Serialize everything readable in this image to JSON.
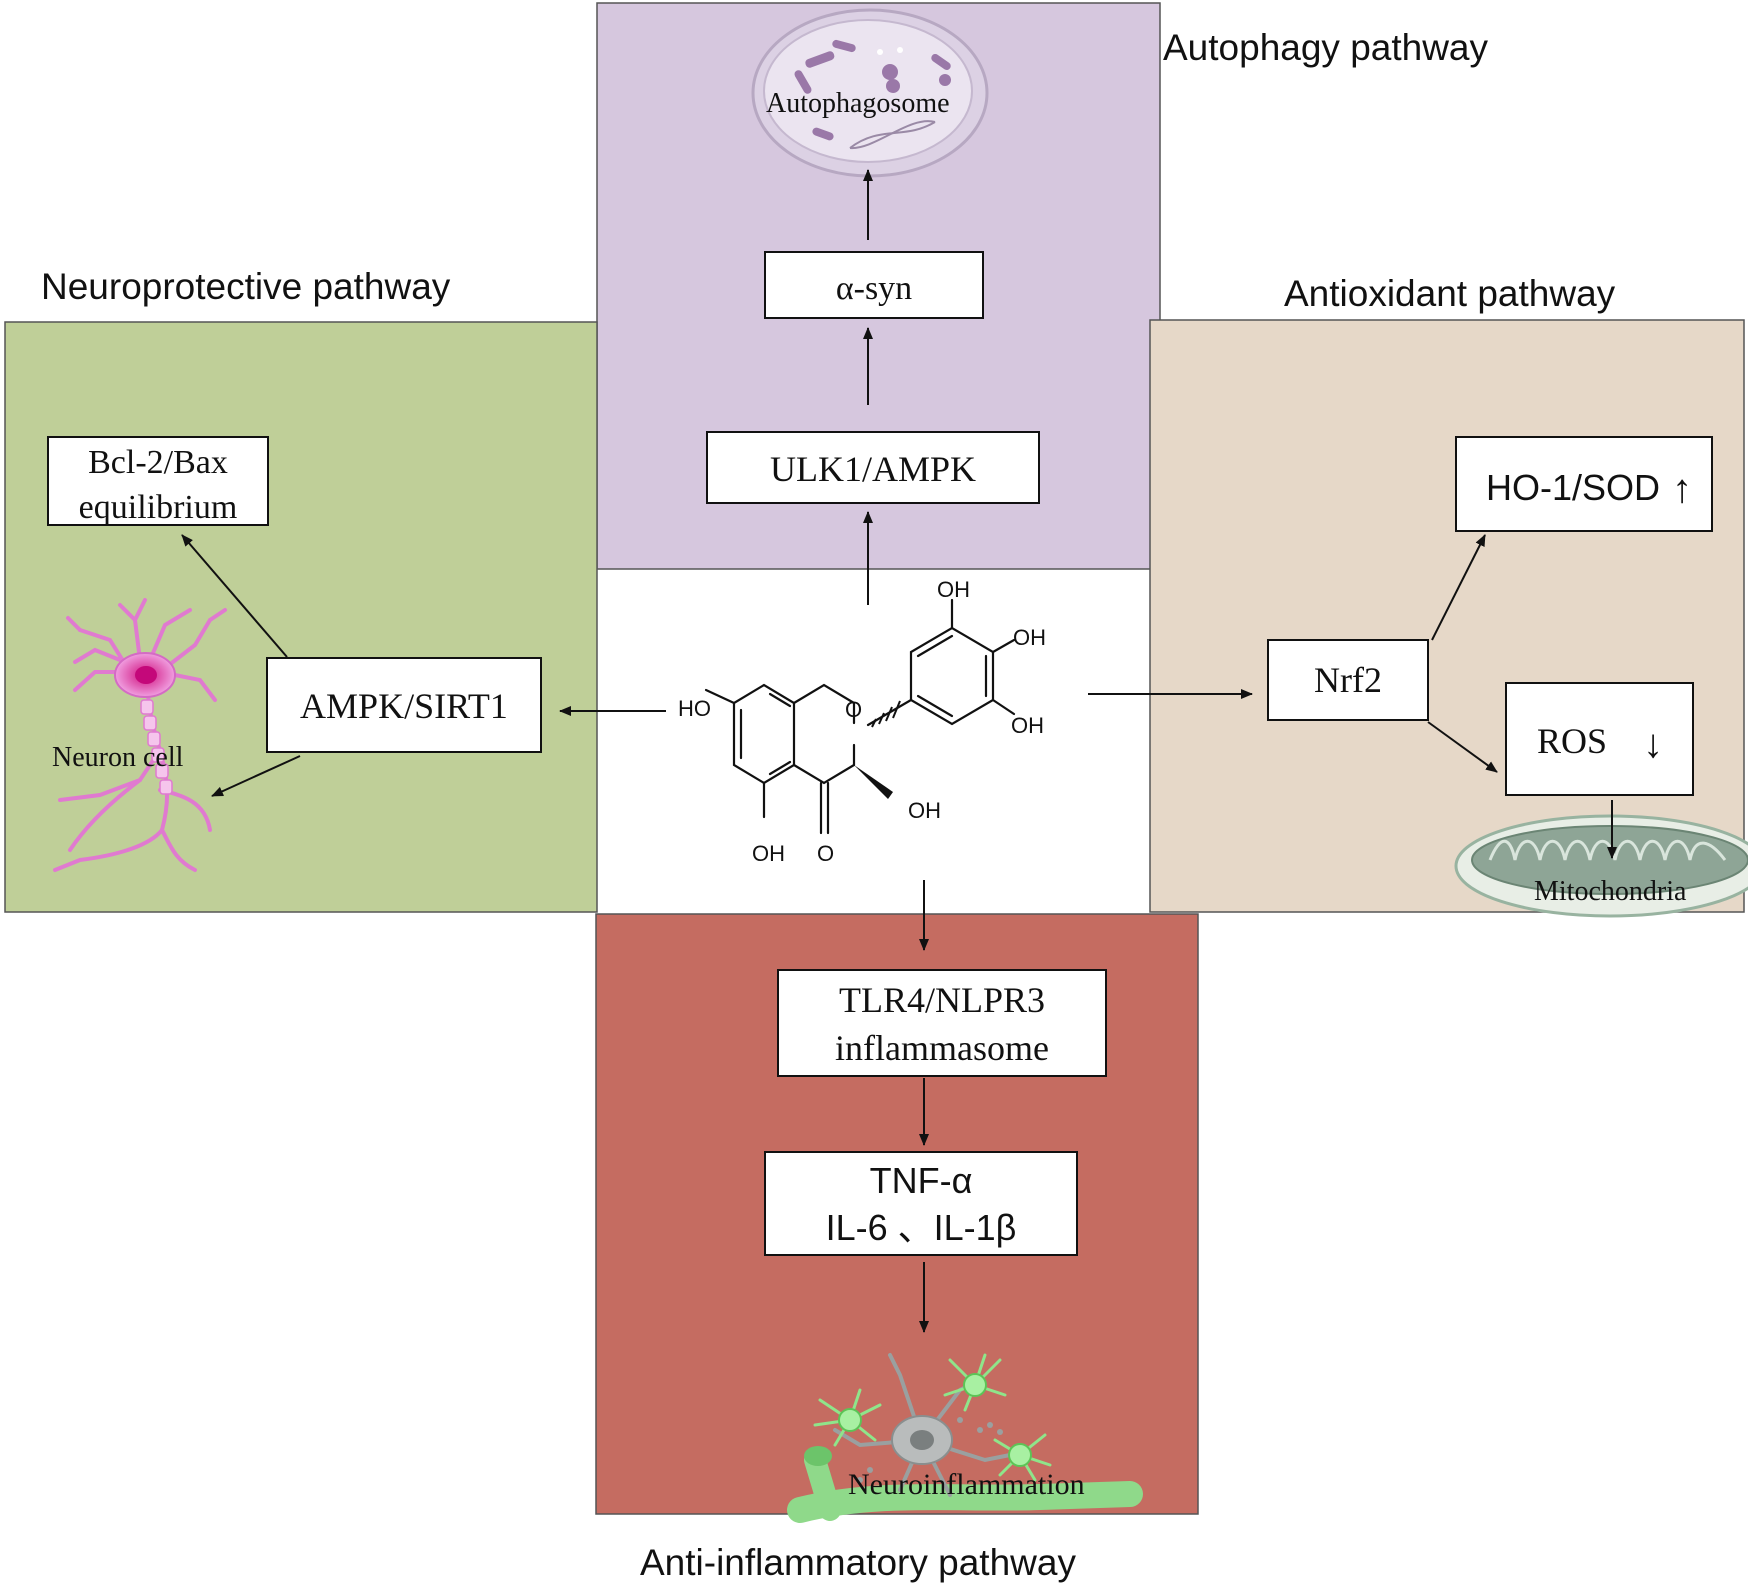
{
  "colors": {
    "autophagy_panel": "#d6c7de",
    "neuroprotective_panel": "#bfcf98",
    "antioxidant_panel": "#e6d8c8",
    "antiinflammatory_panel": "#c56c61",
    "neuron": "#e07ad0",
    "microglia": "#8fe58a"
  },
  "panels": {
    "autophagy": {
      "title": "Autophagy pathway",
      "organelle_label": "Autophagosome",
      "boxes": [
        "α-syn",
        "ULK1/AMPK"
      ]
    },
    "neuroprotective": {
      "title": "Neuroprotective pathway",
      "box_equilibrium": [
        "Bcl-2/Bax",
        "equilibrium"
      ],
      "box_main": "AMPK/SIRT1",
      "cell_label": "Neuron cell"
    },
    "antioxidant": {
      "title": "Antioxidant pathway",
      "box_nrf2": "Nrf2",
      "box_ho1": "HO-1/SOD",
      "box_ros": "ROS",
      "up_arrow": "↑",
      "down_arrow": "↓",
      "organelle_label": "Mitochondria"
    },
    "anti_inflammatory": {
      "title": "Anti-inflammatory pathway",
      "box_tlr4": [
        "TLR4/NLPR3",
        "inflammasome"
      ],
      "box_cytokines": [
        "TNF-α",
        "IL-6 、IL-1β"
      ],
      "cell_label": "Neuroinflammation"
    }
  },
  "molecule": {
    "labels": {
      "oh_top": "OH",
      "oh_right_upper": "OH",
      "oh_right_lower": "OH",
      "ho_left": "HO",
      "o_ring": "O",
      "oh_c3": "OH",
      "oh_bottom": "OH",
      "o_ketone": "O"
    }
  }
}
